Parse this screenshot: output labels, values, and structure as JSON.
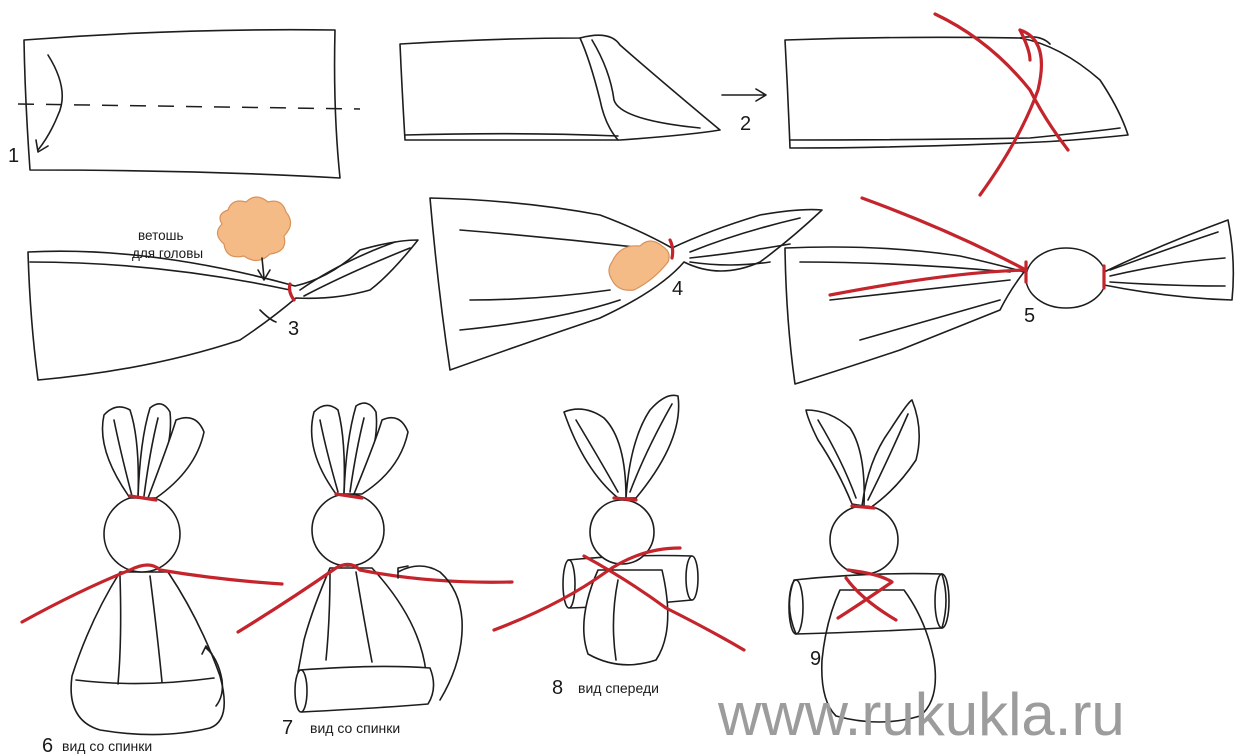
{
  "colors": {
    "thread": "#c4242b",
    "cotton": "#f5bb86",
    "cotton_stroke": "#d8915a",
    "fabric": "#5fb55c",
    "fabric_dot": "#2d6d30",
    "watermark": "#9c9c9c"
  },
  "steps": [
    {
      "number": "1"
    },
    {
      "number": "2"
    },
    {
      "number": "3",
      "note_line1": "ветошь",
      "note_line2": "для головы"
    },
    {
      "number": "4"
    },
    {
      "number": "5"
    },
    {
      "number": "6",
      "caption": "вид со спинки"
    },
    {
      "number": "7",
      "caption": "вид со спинки"
    },
    {
      "number": "8",
      "caption": "вид спереди"
    },
    {
      "number": "9"
    }
  ],
  "watermark": "www.rukukla.ru"
}
